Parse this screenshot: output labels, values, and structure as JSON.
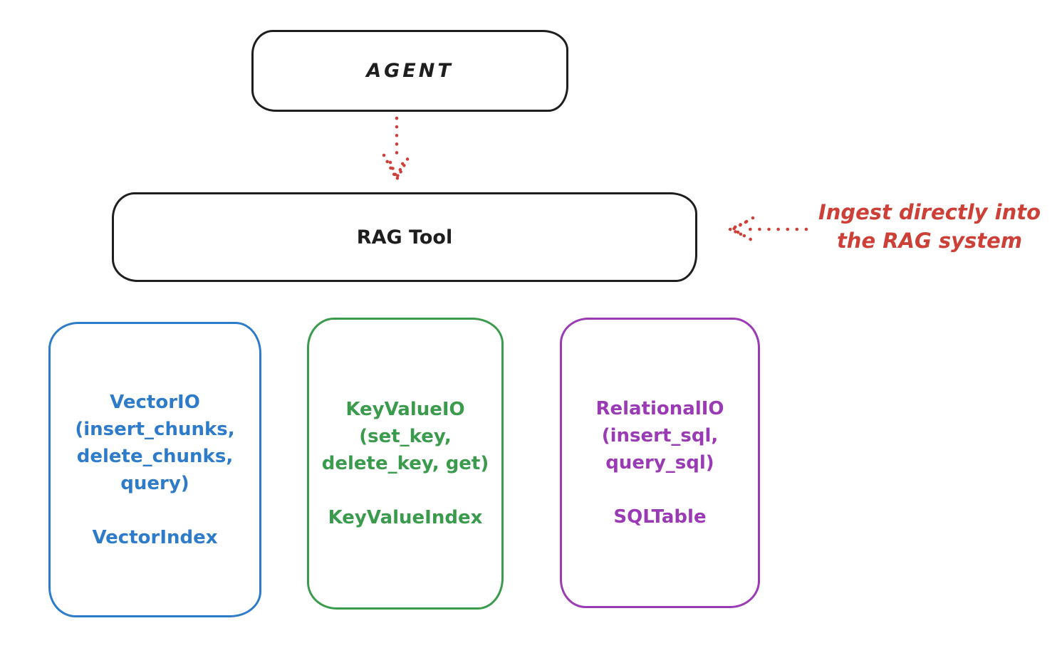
{
  "diagram": {
    "agent_box": {
      "label": "AGENT"
    },
    "rag_tool_box": {
      "label": "RAG Tool"
    },
    "annotation": {
      "line1": "Ingest directly into",
      "line2": "the RAG system"
    },
    "arrows": {
      "agent_to_rag": {
        "style": "dotted",
        "direction": "down",
        "color": "#d1453c"
      },
      "ingest_to_rag": {
        "style": "dotted",
        "direction": "left",
        "color": "#d1453c"
      }
    }
  },
  "storage_boxes": [
    {
      "id": "vector-io",
      "lines": [
        "VectorIO",
        "(insert_chunks,",
        "delete_chunks,",
        "query)",
        "",
        "VectorIndex"
      ],
      "color": "#2e7cc9"
    },
    {
      "id": "keyvalue-io",
      "lines": [
        "KeyValueIO",
        "(set_key,",
        "delete_key, get)",
        "",
        "KeyValueIndex"
      ],
      "color": "#3a9b4c"
    },
    {
      "id": "relational-io",
      "lines": [
        "RelationalIO",
        "(insert_sql,",
        "query_sql)",
        "",
        "SQLTable"
      ],
      "color": "#9a3ab4"
    }
  ],
  "colors": {
    "background": "#ffffff",
    "stroke": "#1e1e1e",
    "red": "#cd4038",
    "blue": "#2e7cc9",
    "green": "#3a9b4c",
    "purple": "#9a3ab4"
  }
}
